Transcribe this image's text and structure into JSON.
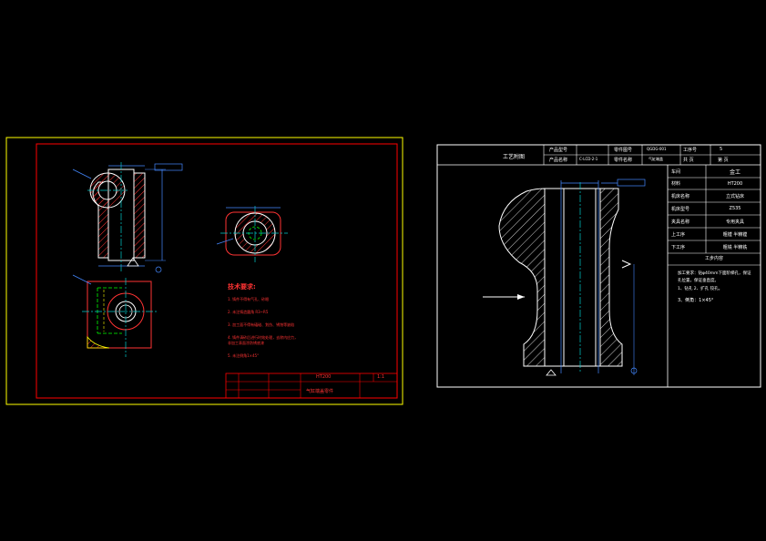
{
  "left_sheet": {
    "tech_title": "技术要求:",
    "tech_items": [
      "1. 铸件不得有气孔、砂眼",
      "2. 未注铸造圆角 R3~R5",
      "3. 加工面不得有磕碰、划伤、锈蚀等缺陷",
      "4. 铸件清砂后进行时效处理，去除内应力，",
      "   非加工表面涂防锈底漆",
      "5. 未注倒角1×45°"
    ],
    "title_block": {
      "material": "HT200",
      "scale": "1:1",
      "part_name": "气缸端盖零件"
    }
  },
  "right_sheet": {
    "header": {
      "card_title": "工艺附图",
      "product_model_label": "产品型号",
      "product_name_label": "产品名称",
      "product_name_value": "C-LCD-2-1",
      "part_no_label": "零件图号",
      "part_no_value": "QGDG-001",
      "part_name_label": "零件名称",
      "part_name_value": "气缸端盖",
      "process_label": "工序号",
      "process_value": "5",
      "sheet_label": "第 页",
      "total_label": "共 页"
    },
    "process_table": [
      {
        "label": "车间",
        "value": "金工"
      },
      {
        "label": "材料",
        "value": "HT200"
      },
      {
        "label": "机床名称",
        "value": "立式钻床"
      },
      {
        "label": "机床型号",
        "value": "Z535"
      },
      {
        "label": "夹具名称",
        "value": "专用夹具"
      },
      {
        "label": "上工序",
        "value": "粗镗 半精镗"
      },
      {
        "label": "下工序",
        "value": "粗铣 半精铣"
      }
    ],
    "content_title": "工步内容",
    "content_lines": [
      "加工要求：钻φ40mm下面阶梯孔，保证",
      "孔位置，保证垂直度。",
      "1、钻孔  2、扩孔 铰孔。",
      "3、倒角：1×45°"
    ]
  },
  "colors": {
    "background": "#000000",
    "sheet_frame": "#ffff00",
    "inner_frame": "#ff0000",
    "outline": "#ffffff",
    "hatch": "#ff3333",
    "dimension": "#4488ff",
    "centerline": "#00cccc",
    "hidden": "#00ff00",
    "cyan": "#00ffff"
  }
}
